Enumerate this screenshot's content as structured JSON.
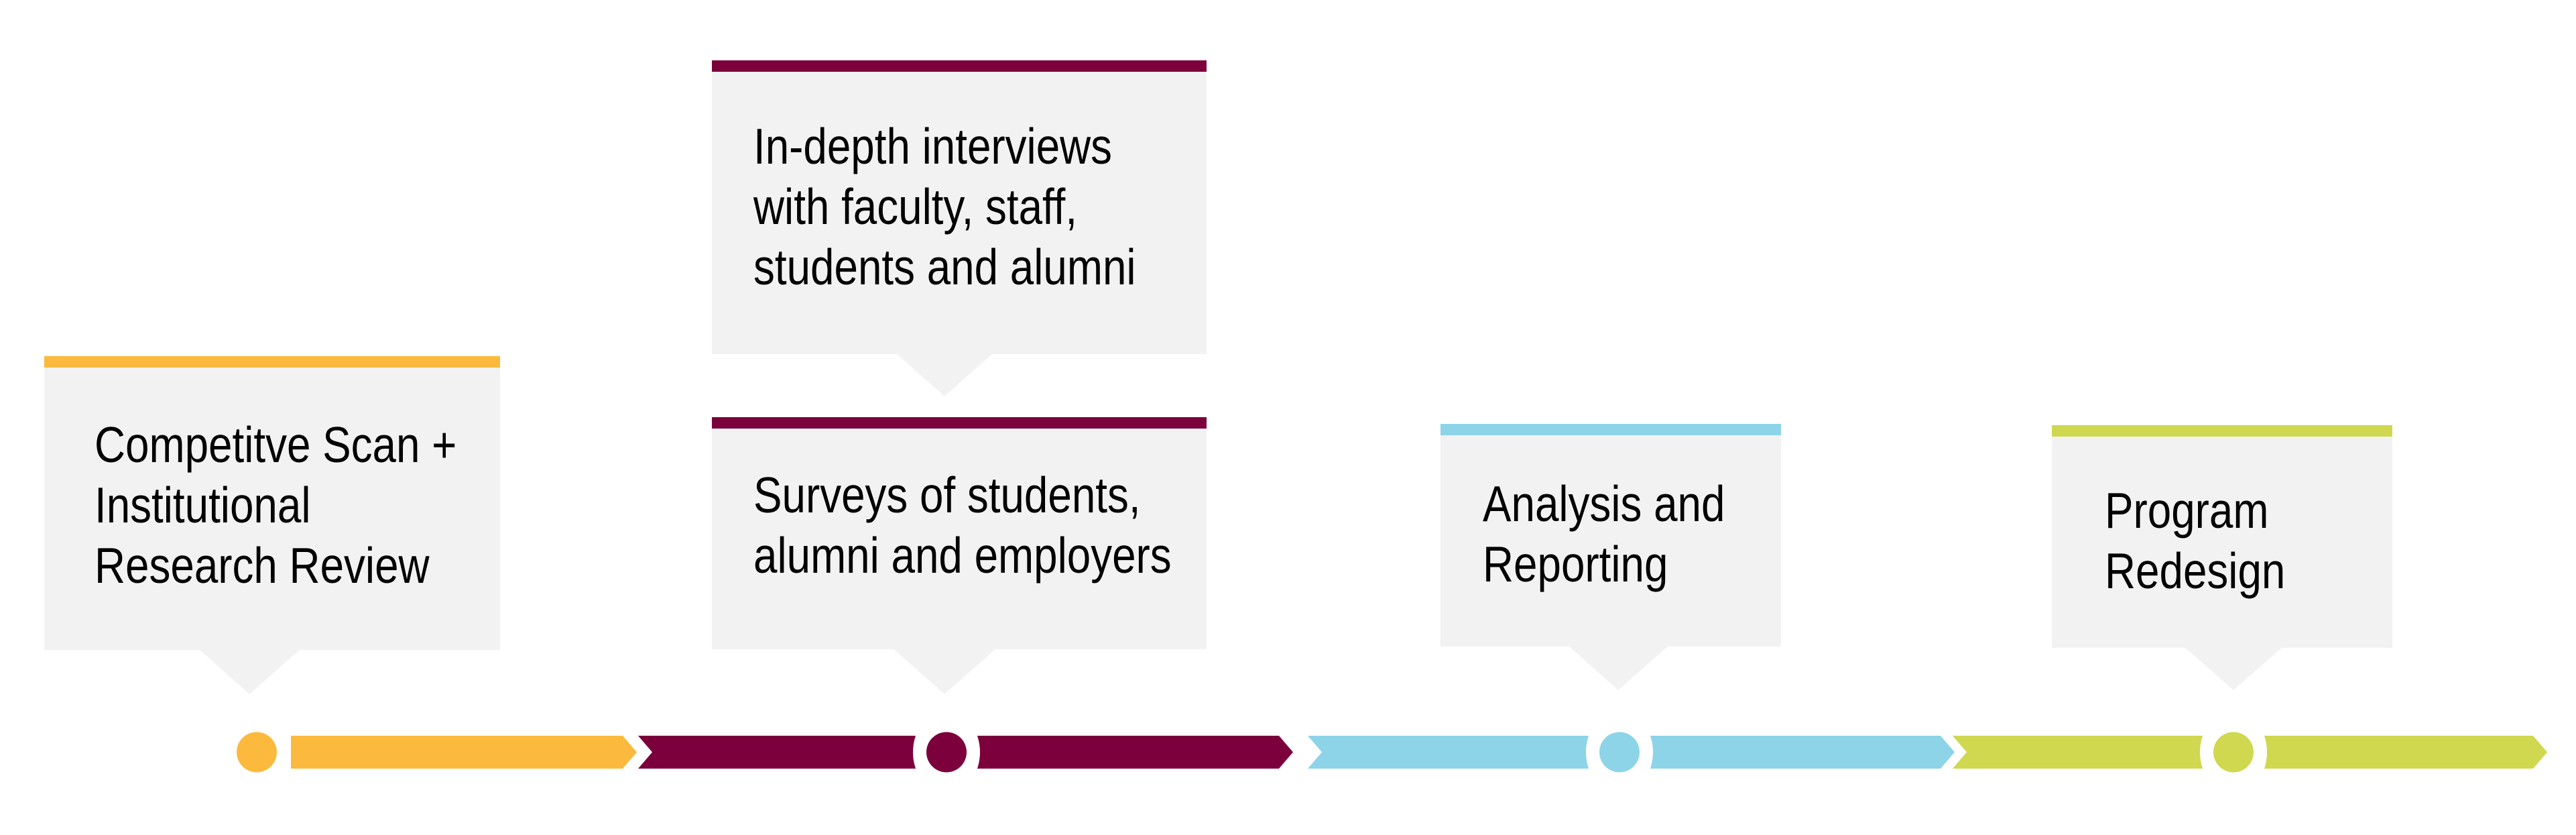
{
  "title": "Research process timeline",
  "colors": {
    "callout_background": "#F2F2F2",
    "text": "#000000"
  },
  "stages": [
    {
      "id": "stage-1",
      "color": "#FBBA3D",
      "has_lead_segment": false,
      "callouts": [
        {
          "lines": [
            "Competitve Scan +",
            "Institutional",
            "Research Review"
          ]
        }
      ]
    },
    {
      "id": "stage-2",
      "color": "#7B003C",
      "has_lead_segment": true,
      "callouts": [
        {
          "lines": [
            "In-depth interviews",
            "with faculty, staff,",
            "students and alumni"
          ]
        },
        {
          "lines": [
            "Surveys of students,",
            "alumni and employers"
          ]
        }
      ]
    },
    {
      "id": "stage-3",
      "color": "#8DD4E8",
      "has_lead_segment": true,
      "callouts": [
        {
          "lines": [
            "Analysis and",
            "Reporting"
          ]
        }
      ]
    },
    {
      "id": "stage-4",
      "color": "#CFD84E",
      "has_lead_segment": true,
      "callouts": [
        {
          "lines": [
            "Program",
            "Redesign"
          ]
        }
      ]
    }
  ]
}
